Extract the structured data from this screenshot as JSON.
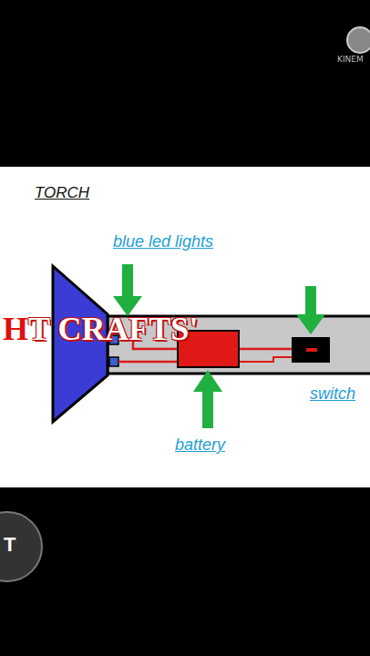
{
  "diagram": {
    "title": "TORCH",
    "labels": [
      "blue led lights",
      "battery",
      "switch",
      "HT CRAFTS'",
      "KINEM",
      "T"
    ]
  }
}
